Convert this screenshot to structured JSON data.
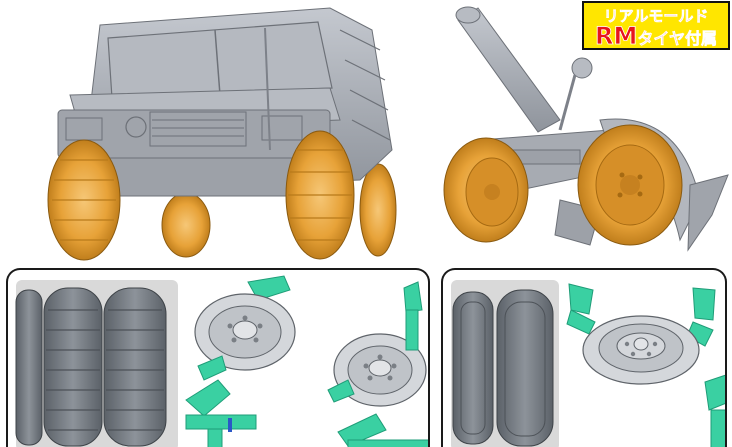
{
  "badge": {
    "line1": "リアルモールド",
    "line2_big": "RM",
    "line2_rest": "タイヤ付属"
  },
  "colors": {
    "body_gray": "#a9adb5",
    "tire_orange": "#e7a238",
    "runner_green": "#3ad0a2",
    "tire_dark_gray": "#6e747c",
    "badge_yellow": "#ffe600",
    "badge_red": "#e8141c"
  }
}
